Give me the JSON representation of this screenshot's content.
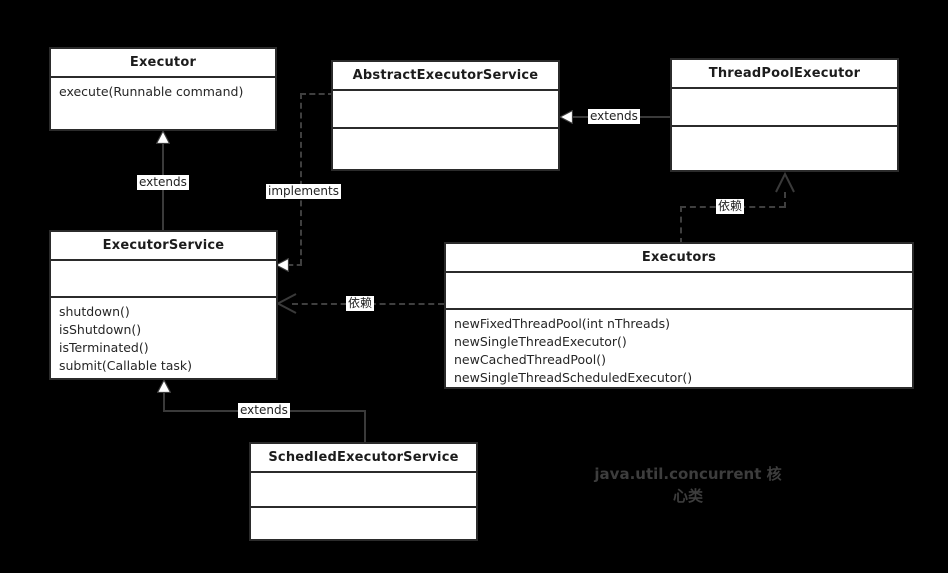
{
  "diagram": {
    "background_color": "#000000",
    "box_fill": "#ffffff",
    "box_border": "#2b2b2b",
    "edge_color": "#3a3a3a",
    "watermark_color": "#3d3d3d",
    "watermark": "java.util.concurrent 核\n心类"
  },
  "classes": {
    "executor": {
      "title": "Executor",
      "members": [
        "execute(Runnable command)"
      ]
    },
    "abstract_executor_service": {
      "title": "AbstractExecutorService",
      "attributes": [],
      "members": []
    },
    "thread_pool_executor": {
      "title": "ThreadPoolExecutor",
      "attributes": [],
      "members": []
    },
    "executor_service": {
      "title": "ExecutorService",
      "attributes": [],
      "members": [
        "shutdown()",
        "isShutdown()",
        "isTerminated()",
        "submit(Callable task)"
      ]
    },
    "executors": {
      "title": "Executors",
      "attributes": [],
      "members": [
        "newFixedThreadPool(int nThreads)",
        "newSingleThreadExecutor()",
        "newCachedThreadPool()",
        "newSingleThreadScheduledExecutor()"
      ]
    },
    "scheduled_executor_service": {
      "title": "SchedledExecutorService",
      "attributes": [],
      "members": []
    }
  },
  "edges": {
    "executorservice_extends_executor": {
      "label": "extends",
      "kind": "generalization",
      "from": "ExecutorService",
      "to": "Executor"
    },
    "abstract_implements_executorservice": {
      "label": "implements",
      "kind": "realization",
      "from": "AbstractExecutorService",
      "to": "ExecutorService"
    },
    "threadpool_extends_abstract": {
      "label": "extends",
      "kind": "generalization",
      "from": "ThreadPoolExecutor",
      "to": "AbstractExecutorService"
    },
    "executors_depends_threadpool": {
      "label": "依赖",
      "kind": "dependency",
      "from": "Executors",
      "to": "ThreadPoolExecutor"
    },
    "executors_depends_executorservice": {
      "label": "依赖",
      "kind": "dependency",
      "from": "Executors",
      "to": "ExecutorService"
    },
    "scheduled_extends_executorservice": {
      "label": "extends",
      "kind": "generalization",
      "from": "SchedledExecutorService",
      "to": "ExecutorService"
    }
  }
}
